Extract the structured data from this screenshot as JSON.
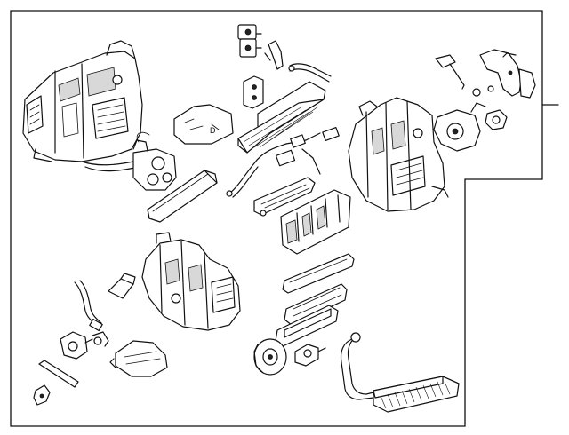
{
  "diagram": {
    "parts": [
      {
        "id": "hvac-housing-left"
      },
      {
        "id": "blower-motor-assembly"
      },
      {
        "id": "expansion-valve"
      },
      {
        "id": "bracket-small"
      },
      {
        "id": "seal-plate"
      },
      {
        "id": "evaporator-core"
      },
      {
        "id": "evaporator-pipe"
      },
      {
        "id": "sensor-clip"
      },
      {
        "id": "cover-plate"
      },
      {
        "id": "cabin-filter"
      },
      {
        "id": "wire-harness"
      },
      {
        "id": "mode-door-assembly"
      },
      {
        "id": "door-shaft"
      },
      {
        "id": "hvac-housing-right"
      },
      {
        "id": "actuator-bracket"
      },
      {
        "id": "actuator-motor"
      },
      {
        "id": "small-gear"
      },
      {
        "id": "hvac-housing-lower"
      },
      {
        "id": "drain-hose"
      },
      {
        "id": "resistor"
      },
      {
        "id": "duct-link"
      },
      {
        "id": "blower-motor-small"
      },
      {
        "id": "blower-cover"
      },
      {
        "id": "lever-link"
      },
      {
        "id": "clip-small"
      },
      {
        "id": "louver-grille"
      },
      {
        "id": "louver-frame"
      },
      {
        "id": "blower-fan"
      },
      {
        "id": "blower-resistor"
      },
      {
        "id": "heater-core-pipes"
      },
      {
        "id": "heater-core"
      }
    ],
    "label_text": ""
  }
}
